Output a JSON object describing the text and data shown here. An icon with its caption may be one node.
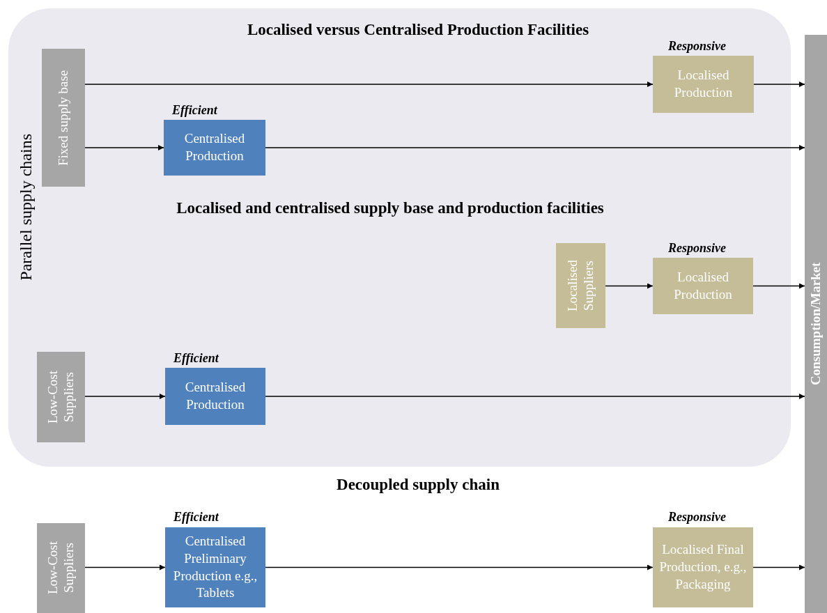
{
  "diagram": {
    "nodes": [
      {
        "text": [
          "Parallel supply chains"
        ]
      },
      {
        "text": [
          "Fixed supply base"
        ],
        "in": 0
      },
      {
        "text": [
          "Localised Production"
        ],
        "beside": [
          "Responsive"
        ],
        "in": 0
      },
      {
        "text": [
          "Centralised Production"
        ],
        "beside": [
          "Efficient"
        ],
        "in": 0
      },
      {
        "text": [
          "Localised Suppliers"
        ],
        "in": 0
      },
      {
        "text": [
          "Localised Production"
        ],
        "beside": [
          "Responsive"
        ],
        "in": 0
      },
      {
        "text": [
          "Low-Cost Suppliers"
        ],
        "in": 0
      },
      {
        "text": [
          "Centralised Production"
        ],
        "beside": [
          "Efficient"
        ],
        "in": 0
      },
      {
        "text": [
          "Low-Cost Suppliers"
        ]
      },
      {
        "text": [
          "Centralised Preliminary Production e.g., Tablets"
        ],
        "beside": [
          "Efficient"
        ]
      },
      {
        "text": [
          "Localised Final Production, e.g., Packaging"
        ],
        "beside": [
          "Responsive"
        ]
      },
      {
        "text": [
          "Consumption/Market"
        ]
      }
    ],
    "edges": [
      {
        "from": 1,
        "to": 2,
        "arrow": "to"
      },
      {
        "from": 2,
        "to": 11,
        "arrow": "to"
      },
      {
        "from": 1,
        "to": 3,
        "arrow": "to"
      },
      {
        "from": 3,
        "to": 11,
        "arrow": "to"
      },
      {
        "from": 4,
        "to": 5,
        "arrow": "to"
      },
      {
        "from": 5,
        "to": 11,
        "arrow": "to"
      },
      {
        "from": 6,
        "to": 7,
        "arrow": "to"
      },
      {
        "from": 7,
        "to": 11,
        "arrow": "to"
      },
      {
        "from": 8,
        "to": 9,
        "arrow": "to"
      },
      {
        "from": 9,
        "to": 10,
        "arrow": "to"
      },
      {
        "from": 10,
        "to": 11,
        "arrow": "to"
      }
    ],
    "labels": [
      "Localised versus Centralised Production Facilities",
      "Localised and centralised supply base and production facilities",
      "Decoupled supply chain"
    ]
  }
}
